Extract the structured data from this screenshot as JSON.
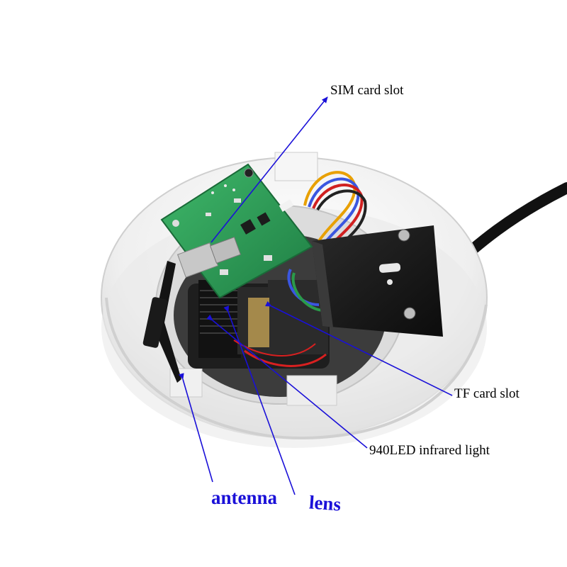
{
  "labels": {
    "sim": "SIM card slot",
    "tf": "TF card slot",
    "infrared": "940LED infrared light",
    "antenna": "antenna",
    "lens": "lens"
  },
  "colors": {
    "arrow": "#1a10d8",
    "housing": "#f2f2f2",
    "pcb": "#2e9a55",
    "bracket": "#1b1b1b",
    "cable": "#111111"
  }
}
